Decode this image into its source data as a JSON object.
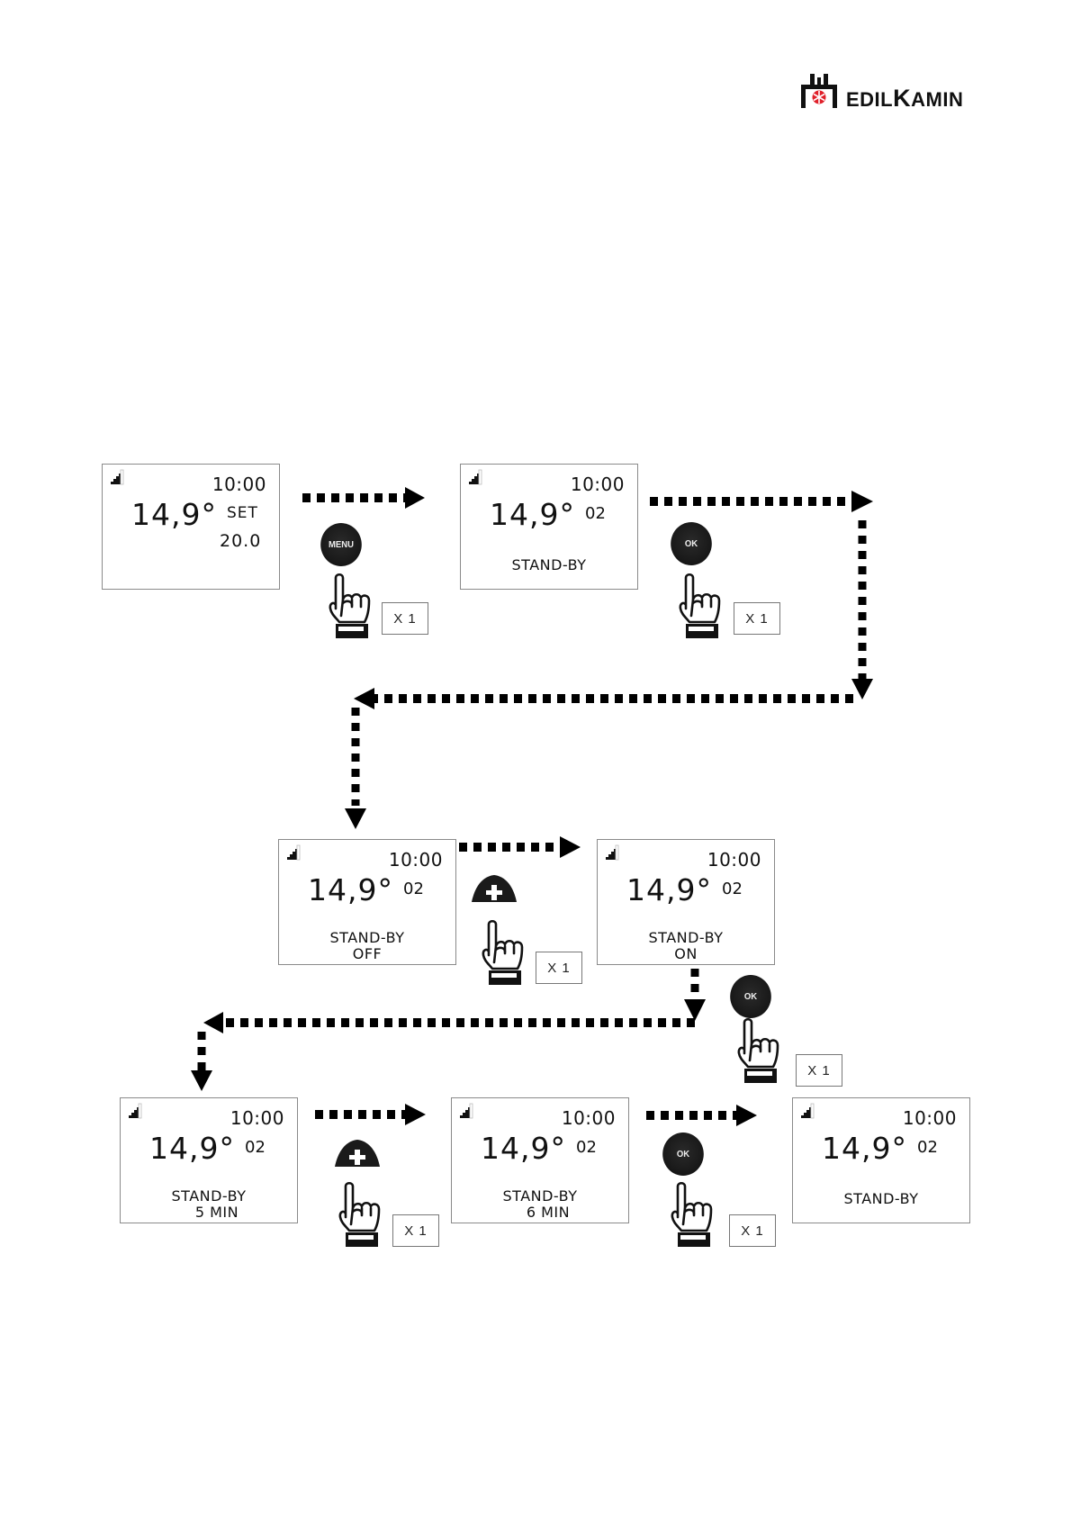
{
  "logo": {
    "brand_prefix": "EDIL",
    "brand_suffix_initial": "K",
    "brand_suffix_rest": "AMIN",
    "accent_color": "#e0202a"
  },
  "screens": [
    {
      "time": "10:00",
      "temperature": "14,9°",
      "aux": "SET",
      "value": "20.0",
      "status_line1": "",
      "status_line2": ""
    },
    {
      "time": "10:00",
      "temperature": "14,9°",
      "aux": "02",
      "value": "",
      "status_line1": "STAND-BY",
      "status_line2": ""
    },
    {
      "time": "10:00",
      "temperature": "14,9°",
      "aux": "02",
      "value": "",
      "status_line1": "STAND-BY",
      "status_line2": "OFF"
    },
    {
      "time": "10:00",
      "temperature": "14,9°",
      "aux": "02",
      "value": "",
      "status_line1": "STAND-BY",
      "status_line2": "ON"
    },
    {
      "time": "10:00",
      "temperature": "14,9°",
      "aux": "02",
      "value": "",
      "status_line1": "STAND-BY",
      "status_line2": "5 MIN"
    },
    {
      "time": "10:00",
      "temperature": "14,9°",
      "aux": "02",
      "value": "",
      "status_line1": "STAND-BY",
      "status_line2": "6 MIN"
    },
    {
      "time": "10:00",
      "temperature": "14,9°",
      "aux": "02",
      "value": "",
      "status_line1": "STAND-BY",
      "status_line2": ""
    }
  ],
  "steps": [
    {
      "button": "MENU",
      "button_icon": "menu-button-icon",
      "presses": "X 1"
    },
    {
      "button": "OK",
      "button_icon": "ok-button-icon",
      "presses": "X 1"
    },
    {
      "button": "+",
      "button_icon": "plus-button-icon",
      "presses": "X 1"
    },
    {
      "button": "OK",
      "button_icon": "ok-button-icon",
      "presses": "X 1"
    },
    {
      "button": "+",
      "button_icon": "plus-button-icon",
      "presses": "X 1"
    },
    {
      "button": "OK",
      "button_icon": "ok-button-icon",
      "presses": "X 1"
    }
  ]
}
